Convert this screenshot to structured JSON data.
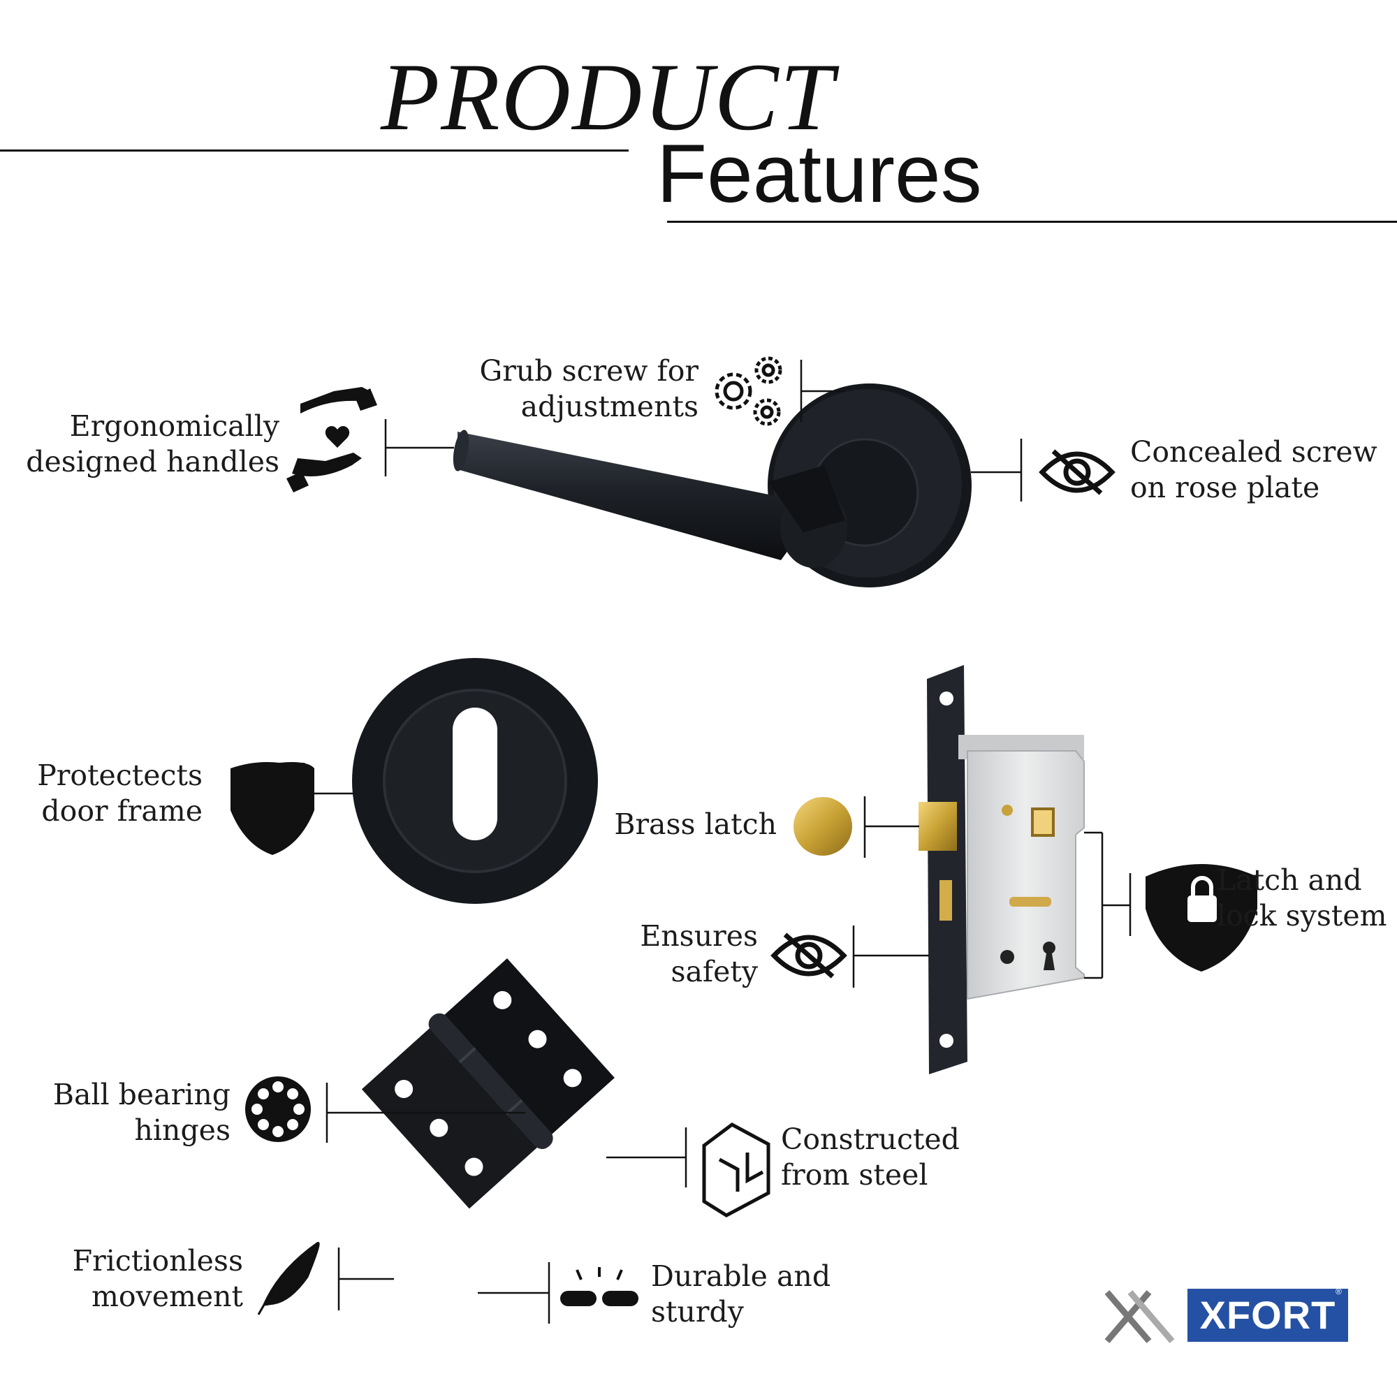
{
  "header": {
    "title": "PRODUCT",
    "subtitle": "Features"
  },
  "features": {
    "ergonomic": [
      "Ergonomically",
      "designed handles"
    ],
    "grub": [
      "Grub screw for",
      "adjustments"
    ],
    "concealed": [
      "Concealed screw",
      "on rose plate"
    ],
    "protects": [
      "Protectects",
      "door frame"
    ],
    "brass": [
      "Brass latch"
    ],
    "ensures": [
      "Ensures",
      "safety"
    ],
    "latch_lock": [
      "Latch and",
      "lock system"
    ],
    "ball": [
      "Ball bearing",
      "hinges"
    ],
    "constructed": [
      "Constructed",
      "from steel"
    ],
    "frictionless": [
      "Frictionless",
      "movement"
    ],
    "durable": [
      "Durable and",
      "sturdy"
    ]
  },
  "brand": {
    "name": "XFORT",
    "mark": "®",
    "color": "#2451a3"
  }
}
